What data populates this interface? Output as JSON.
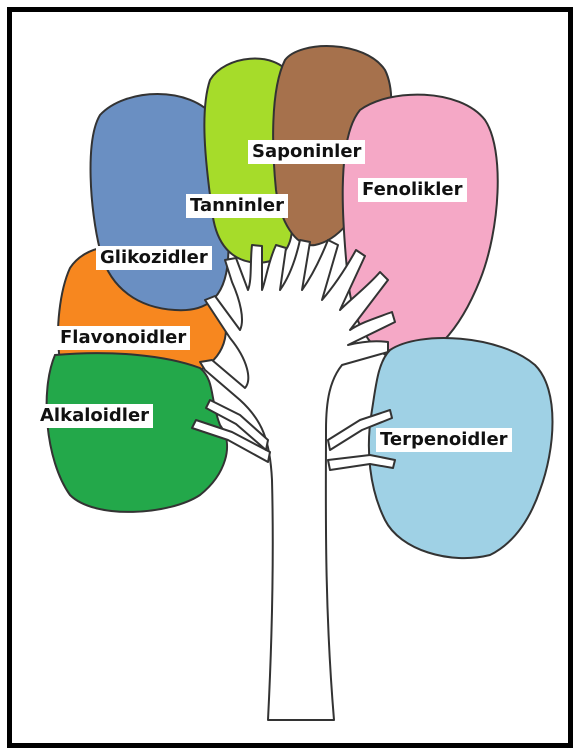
{
  "diagram": {
    "categories": [
      {
        "id": "glikozidler",
        "label": "Glikozidler",
        "color": "#6a8fc2"
      },
      {
        "id": "tanninler",
        "label": "Tanninler",
        "color": "#a6dc2a"
      },
      {
        "id": "saponinler",
        "label": "Saponinler",
        "color": "#a6714c"
      },
      {
        "id": "fenolikler",
        "label": "Fenolikler",
        "color": "#f5a8c6"
      },
      {
        "id": "flavonoidler",
        "label": "Flavonoidler",
        "color": "#f7871f"
      },
      {
        "id": "alkaloidler",
        "label": "Alkaloidler",
        "color": "#23a84a"
      },
      {
        "id": "terpenoidler",
        "label": "Terpenoidler",
        "color": "#9fd1e5"
      }
    ],
    "tree": {
      "trunk_color": "#ffffff",
      "outline_color": "#333333"
    }
  }
}
